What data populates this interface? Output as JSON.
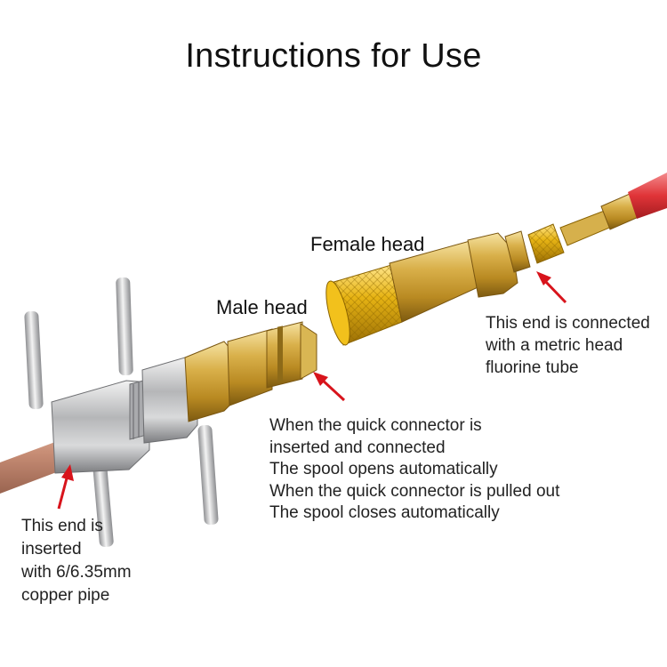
{
  "title": "Instructions for Use",
  "labels": {
    "male_head": "Male head",
    "female_head": "Female head"
  },
  "notes": {
    "metric_end": [
      "This end is connected",
      "with a metric head",
      "fluorine tube"
    ],
    "quick_connector": [
      "When the quick connector is",
      "inserted and connected",
      "The spool opens automatically",
      "When the quick connector is pulled out",
      "The spool closes automatically"
    ],
    "copper_end": [
      "This end is",
      "inserted",
      "with 6/6.35mm",
      "copper pipe"
    ]
  },
  "colors": {
    "arrow": "#d8141c",
    "brass": "#d4a93a",
    "steel": "#b8b9bb",
    "copper": "#c9927a",
    "hose_red": "#e03438"
  }
}
